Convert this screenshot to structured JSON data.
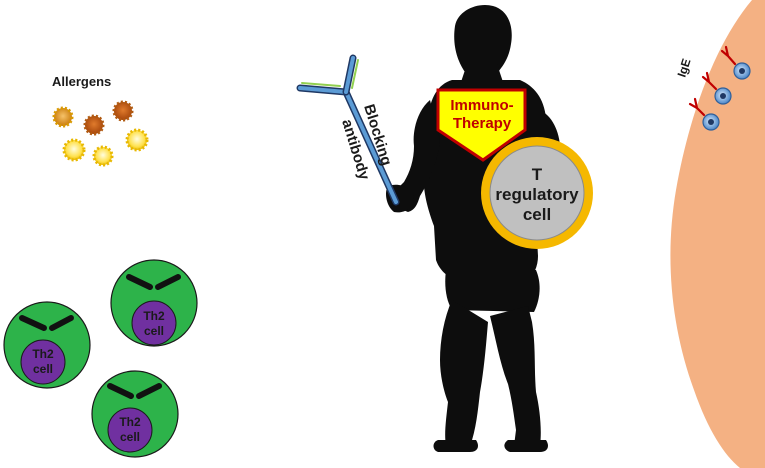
{
  "labels": {
    "allergens": "Allergens",
    "blocking": "Blocking",
    "antibody": "antibody",
    "immuno": "Immuno-",
    "therapy": "Therapy",
    "treg_line1": "T",
    "treg_line2": "regulatory",
    "treg_line3": "cell",
    "ige": "IgE",
    "th2_line1": "Th2",
    "th2_line2": "cell"
  },
  "colors": {
    "silhouette": "#0d0d0d",
    "emblem_fill": "#ffff00",
    "emblem_border": "#c00000",
    "emblem_text": "#c00000",
    "shield_fill": "#c0c0c0",
    "shield_ring": "#f5b800",
    "antibody_blue": "#5b9bd5",
    "antibody_dark": "#1f3864",
    "antibody_green": "#92d050",
    "th2_outer": "#2db34a",
    "th2_inner": "#7030a0",
    "mast_cell": "#f4b183",
    "ige_red": "#c00000",
    "receptor_blue": "#5b9bd5",
    "allergen_yellow": "#ffe14d",
    "allergen_orange": "#d4820b",
    "allergen_brown": "#c0540b"
  }
}
